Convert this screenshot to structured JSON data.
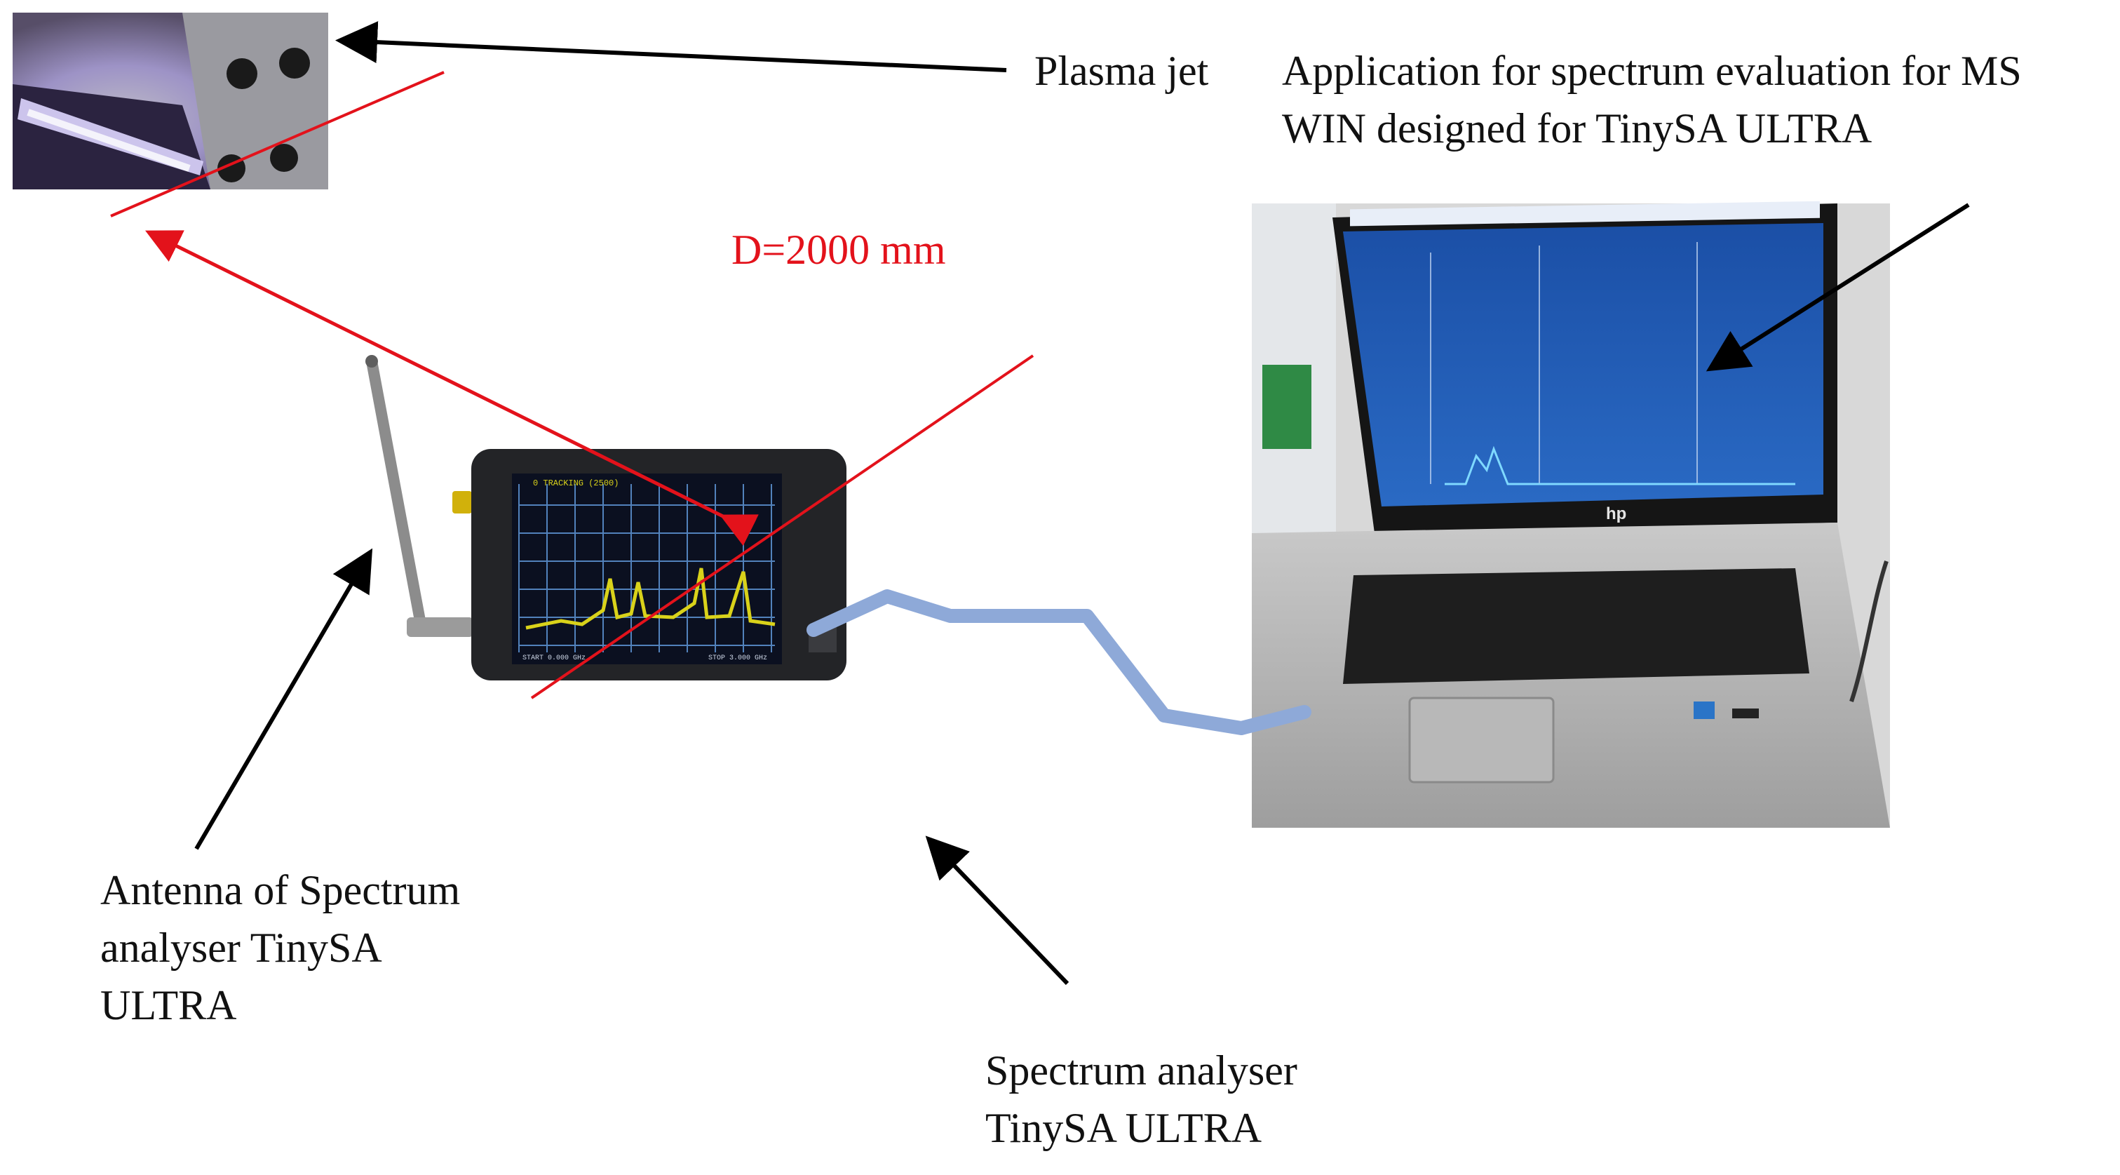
{
  "labels": {
    "plasma_jet": "Plasma jet",
    "application": [
      "Application for spectrum evaluation for MS",
      "WIN designed for TinySA ULTRA"
    ],
    "distance": "D=2000 mm",
    "antenna": [
      "Antenna of Spectrum",
      "analyser TinySA",
      "ULTRA"
    ],
    "analyser": [
      "Spectrum analyser",
      "TinySA ULTRA"
    ]
  },
  "analyser_screen": {
    "header": "0  TRACKING (2500)",
    "footer_left": "START 0.000 GHz",
    "footer_right": "STOP 3.000 GHz"
  },
  "laptop_brand": "hp",
  "colors": {
    "text": "#111111",
    "distance": "#e3121b",
    "arrow": "#000000",
    "cable": "#8ea9d8",
    "spectrum_trace": "#d9d21a",
    "app_background": "#1f5fb5",
    "plasma_glow": "#b9a6ff"
  },
  "icons": [
    "arrow-icon",
    "spectrum-analyser-icon",
    "laptop-icon",
    "antenna-icon",
    "plasma-jet-icon"
  ]
}
